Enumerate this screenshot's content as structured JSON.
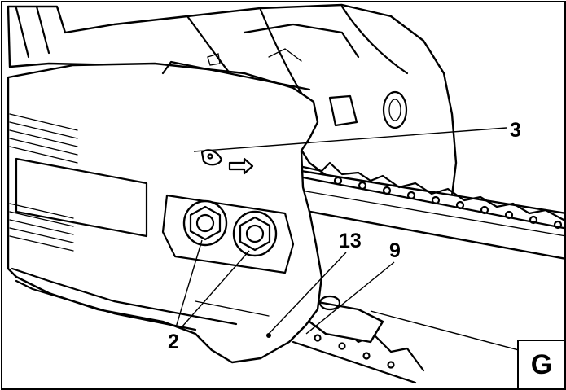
{
  "figure": {
    "letter": "G",
    "callouts": {
      "c3": "3",
      "c13": "13",
      "c9": "9",
      "c2": "2"
    }
  },
  "icons": {
    "chain_direction": "chain-direction-arrow-icon",
    "bar_nut": "hex-nut-icon",
    "saw_chain": "saw-chain-icon"
  },
  "colors": {
    "ink": "#000000",
    "paper": "#ffffff",
    "shade": "#e6e6e6"
  }
}
